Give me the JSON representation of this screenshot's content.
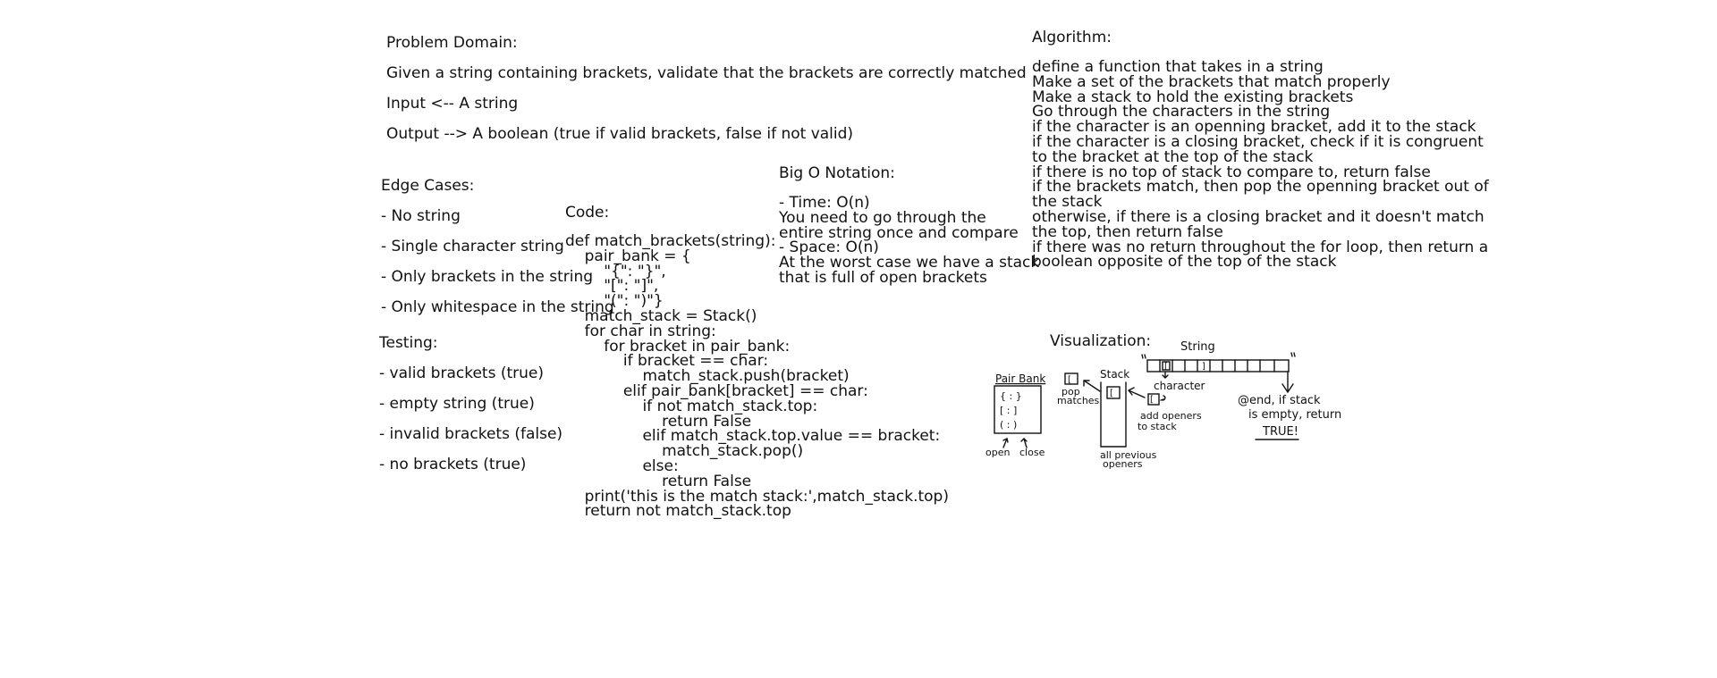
{
  "problem": {
    "heading": "Problem Domain:",
    "statement": "Given a string containing brackets, validate that the brackets are correctly matched",
    "input": "Input <-- A string",
    "output": "Output --> A boolean (true if valid brackets, false if not valid)"
  },
  "edge_cases": {
    "heading": "Edge Cases:",
    "items": [
      "- No string",
      "- Single character string",
      "- Only brackets in the string",
      "- Only whitespace in the string"
    ]
  },
  "testing": {
    "heading": "Testing:",
    "items": [
      "- valid brackets (true)",
      "- empty string (true)",
      "- invalid brackets (false)",
      "- no brackets (true)"
    ]
  },
  "code": {
    "heading": "Code:",
    "lines": [
      "def match_brackets(string):",
      "    pair_bank = {",
      "        \"{\": \"}\",",
      "        \"[\": \"]\",",
      "        \"(\": \")\"}",
      "    match_stack = Stack()",
      "    for char in string:",
      "        for bracket in pair_bank:",
      "            if bracket == char:",
      "                match_stack.push(bracket)",
      "            elif pair_bank[bracket] == char:",
      "                if not match_stack.top:",
      "                    return False",
      "                elif match_stack.top.value == bracket:",
      "                    match_stack.pop()",
      "                else:",
      "                    return False",
      "    print('this is the match stack:',match_stack.top)",
      "    return not match_stack.top"
    ]
  },
  "big_o": {
    "heading": "Big O Notation:",
    "lines": [
      "- Time: O(n)",
      "You need to go through the",
      "entire string once and compare",
      "- Space: O(n)",
      "At the worst case we have a stack",
      "that is full of open brackets"
    ]
  },
  "algorithm": {
    "heading": "Algorithm:",
    "lines": [
      "define a function that takes in a string",
      "Make a set of the brackets that match properly",
      "Make a stack to hold the existing brackets",
      "Go through the characters in the string",
      "if the character is an openning bracket, add it to the stack",
      "if the character is a closing bracket, check if it is congruent",
      "to the bracket at the top of the stack",
      "if there is no top of stack to compare to, return false",
      "if the brackets match, then pop the openning bracket out of",
      "the stack",
      "otherwise, if there is a closing bracket and it doesn't match",
      "the top, then return false",
      "if there was no return throughout the for loop, then return a",
      "boolean opposite of the top of the stack"
    ]
  },
  "visualization": {
    "heading": "Visualization:",
    "sketch": {
      "string_label": "String",
      "string_first_cell": "[",
      "string_fourth_cell": "]",
      "pair_bank_label": "Pair Bank",
      "pair_bank_rows": [
        "{ : }",
        "[ : ]",
        "( : )"
      ],
      "open_label": "open",
      "close_label": "close",
      "stack_label": "Stack",
      "stack_item": "[",
      "all_previous_label": [
        "all previous",
        "openers"
      ],
      "popped_item": "[",
      "pop_matches_label": [
        "pop",
        "matches"
      ],
      "character_label": "character",
      "current_char": "[",
      "add_openers_label": [
        "add openers",
        "to stack"
      ],
      "end_note": [
        "@end, if stack",
        "is empty, return",
        "TRUE!"
      ]
    }
  }
}
